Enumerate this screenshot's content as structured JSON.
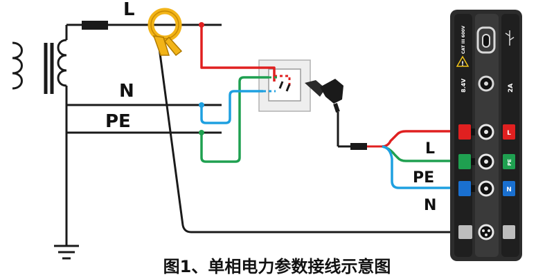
{
  "labels": {
    "line_L": "L",
    "line_N": "N",
    "line_PE": "PE",
    "meter_L": "L",
    "meter_PE": "PE",
    "meter_N": "N"
  },
  "meter": {
    "cat_rating": "CAT III 600V",
    "voltage_rating": "8.4V",
    "current_rating": "2A",
    "jack_L": "L",
    "jack_PE": "PE",
    "jack_N": "N"
  },
  "caption": "图1、单相电力参数接线示意图",
  "colors": {
    "L": "#e02020",
    "N": "#1ea0e0",
    "PE": "#1fa050",
    "clamp": "#f2b418",
    "meter_body": "#2c2c2c",
    "meter_panel": "#1c1c1c"
  },
  "icons": [
    "transformer-icon",
    "fuse-icon",
    "current-clamp-icon",
    "wall-socket-icon",
    "plug-icon",
    "ground-icon",
    "usb-c-icon",
    "usb-icon",
    "warning-icon"
  ]
}
